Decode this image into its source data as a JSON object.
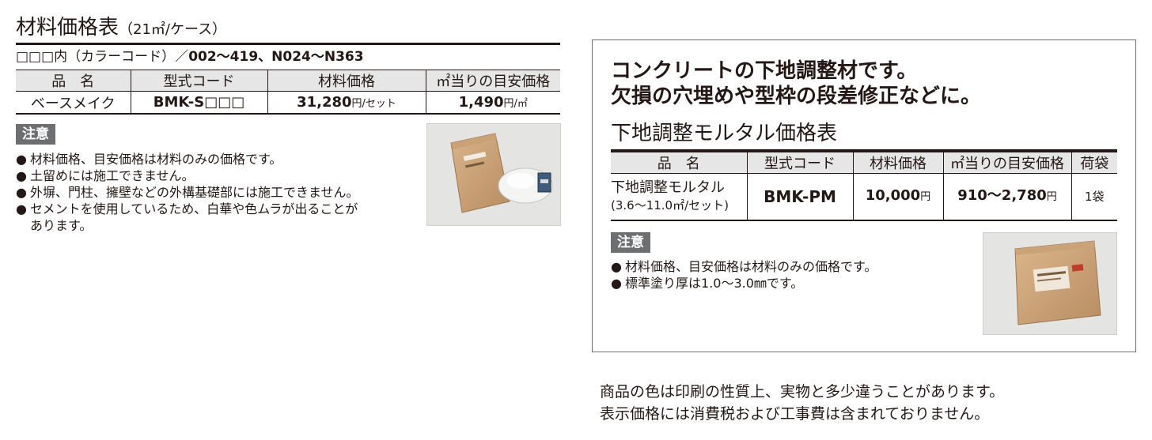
{
  "left": {
    "title": "材料価格表",
    "title_sub": "（21㎡/ケース）",
    "color_note_prefix": "□□□内（カラーコード）／",
    "color_note_codes": "002〜419、N024〜N363",
    "table": {
      "headers": [
        "品　名",
        "型式コード",
        "材料価格",
        "㎡当りの目安価格"
      ],
      "row": {
        "name": "ベースメイク",
        "code": "BMK-S□□□",
        "price": "31,280",
        "price_unit": "円/セット",
        "per_m2": "1,490",
        "per_m2_unit": "円/㎡"
      }
    },
    "caution_label": "注意",
    "notes": [
      "材料価格、目安価格は材料のみの価格です。",
      "土留めには施工できません。",
      "外塀、門柱、擁壁などの外構基礎部には施工できません。",
      "セメントを使用しているため、白華や色ムラが出ることが"
    ],
    "note_continuation": "あります。"
  },
  "right": {
    "heading_line1": "コンクリートの下地調整材です。",
    "heading_line2": "欠損の穴埋めや型枠の段差修正などに。",
    "title": "下地調整モルタル価格表",
    "table": {
      "headers": [
        "品　名",
        "型式コード",
        "材料価格",
        "㎡当りの目安価格",
        "荷袋"
      ],
      "row": {
        "name_line1": "下地調整モルタル",
        "name_line2": "(3.6〜11.0㎡/セット)",
        "code": "BMK-PM",
        "price": "10,000",
        "price_unit": "円",
        "per_m2": "910〜2,780",
        "per_m2_unit": "円",
        "bag": "1袋"
      }
    },
    "caution_label": "注意",
    "notes": [
      "材料価格、目安価格は材料のみの価格です。",
      "標準塗り厚は1.0〜3.0㎜です。"
    ]
  },
  "footer": {
    "line1": "商品の色は印刷の性質上、実物と多少違うことがあります。",
    "line2": "表示価格には消費税および工事費は含まれておりません。"
  },
  "bullet_glyph": "●"
}
